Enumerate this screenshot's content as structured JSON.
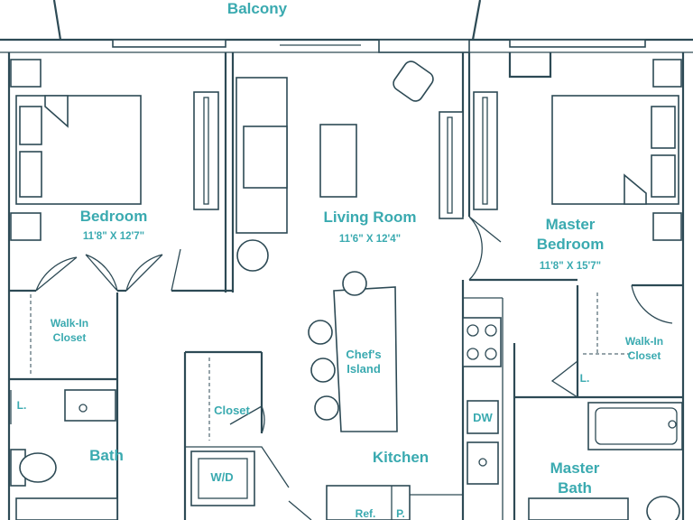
{
  "colors": {
    "line": "#2d4a55",
    "label": "#3aaab0",
    "background": "#ffffff"
  },
  "labels": {
    "balcony": "Balcony",
    "bedroom": "Bedroom",
    "bedroom_dim": "11'8\" X 12'7\"",
    "living_room": "Living Room",
    "living_room_dim": "11'6\" X 12'4\"",
    "master_bedroom_line1": "Master",
    "master_bedroom_line2": "Bedroom",
    "master_bedroom_dim": "11'8\" X 15'7\"",
    "walk_in_closet_left_line1": "Walk-In",
    "walk_in_closet_left_line2": "Closet",
    "walk_in_closet_right_line1": "Walk-In",
    "walk_in_closet_right_line2": "Closet",
    "chefs_island_line1": "Chef's",
    "chefs_island_line2": "Island",
    "linen_left": "L.",
    "linen_right": "L.",
    "closet": "Closet",
    "bath": "Bath",
    "washer_dryer": "W/D",
    "kitchen": "Kitchen",
    "dishwasher": "DW",
    "master_bath_line1": "Master",
    "master_bath_line2": "Bath",
    "refrigerator": "Ref.",
    "pantry": "P."
  }
}
